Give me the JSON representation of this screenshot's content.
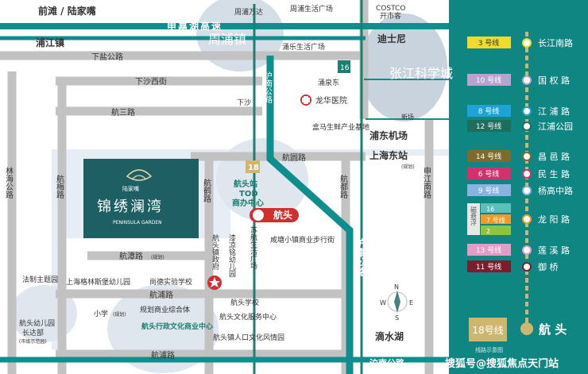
{
  "colors": {
    "road_gray": "#c2c2c2",
    "highway": "#0e8f8d",
    "teal_dark": "#1e5f63",
    "metro_green": "#1b7f72",
    "line18": "#cfb66f",
    "panel": "#0f8682",
    "hangtou_red": "#d22e2e",
    "water": "#e8eef6"
  },
  "directions": {
    "qiantan": "前滩 / 陆家嘴",
    "pujiang": "浦江镇"
  },
  "roads": {
    "shenjia": "申嘉湖高速",
    "xiayan": "下盐公路",
    "xiasha_west": "下沙西街",
    "hangsan": "航三路",
    "hangyuan": "航圆路",
    "hangtan": "航潭路",
    "hangtan_note": "(规划)",
    "hangpu_road": "航浦路",
    "hangpu_road2": "航浦路",
    "linhai": "林海公路",
    "hangmei": "航梅路",
    "hanghe": "航鹤路",
    "hangdu": "航都路",
    "hunan": "沪南公路",
    "hunan_bottom": "沪南公路",
    "hufeng": "沪奉公路",
    "shenjiang": "申江南路",
    "disney": "迪士尼",
    "zhangjiang": "张江科学城"
  },
  "places": {
    "zhoupu_town": "周浦镇",
    "zhoupu_wanda": "周浦万达",
    "zhoupu_life": "周浦生活广场",
    "yongle": "涌乐生活广场",
    "costco_1": "COSTCO",
    "costco_2": "开市客",
    "xiasha_station": "下沙",
    "yongquan": "涌泉东",
    "longhua_hospital": "龙华医院",
    "hema": "盒马生鲜产业基地",
    "pudong_airport": "浦东机场",
    "shanghai_east": "上海东站",
    "planned": "(规划)",
    "xintuo": "新场",
    "tod_1": "航头站",
    "tod_2": "TOD",
    "tod_3": "商办中心",
    "hangtou_metro": "航头",
    "xiantang": "咸塘小镇商业步行街",
    "suhang": "苏航生活广场",
    "gov": "航头镇政府",
    "kindergarten": "漆凉铭幼儿园",
    "shangde": "尚德实验学校",
    "greenland": "上海格林斯堡幼儿园",
    "law_park": "法制主题园",
    "hangtou_school": "航头学校",
    "culture_center": "航头文化服务中心",
    "entrance": "航头镇人口文化风情园",
    "commercial_plan": "规划商业综合体",
    "admin_culture": "航头行政文化商业中心",
    "primary": "小学",
    "primary_note": "(规划)",
    "hangyuan_kg_1": "航头幼儿园",
    "hangyuan_kg_2": "长达部",
    "hangyuan_kg_3": "(市级示范园)",
    "dishui": "滴水湖",
    "compass_n": "N",
    "compass_s": "S",
    "compass_w": "W",
    "compass_e": "E",
    "line16": "16",
    "line18_marker": "18"
  },
  "project": {
    "brand": "陆家嘴",
    "name": "锦绣澜湾",
    "name_en": "PENINSULA GARDEN"
  },
  "panel": {
    "stations": [
      {
        "line": "3 号线",
        "name": "长江南路",
        "color": "#f2da2a",
        "text": "#333333"
      },
      {
        "line": "10 号线",
        "name": "国 权 路",
        "color": "#b8a3cf",
        "text": "#ffffff"
      },
      {
        "line": "8 号线",
        "name": "江 浦 路",
        "color": "#1ea3d6",
        "text": "#ffffff"
      },
      {
        "line": "12 号线",
        "name": "江浦公园",
        "color": "#1d6e5c",
        "text": "#ffffff"
      },
      {
        "line": "14 号线",
        "name": "昌 邑 路",
        "color": "#7f6a2d",
        "text": "#ffffff"
      },
      {
        "line": "6 号线",
        "name": "民 生 路",
        "color": "#d4306b",
        "text": "#ffffff"
      },
      {
        "line": "9 号线",
        "name": "杨高中路",
        "color": "#8ab3e0",
        "text": "#ffffff"
      },
      {
        "line": "13 号线",
        "name": "莲 溪 路",
        "color": "#e49cc7",
        "text": "#ffffff"
      },
      {
        "line": "11 号线",
        "name": "御 桥",
        "color": "#7d1c2a",
        "text": "#ffffff"
      }
    ],
    "longyang": {
      "label": "磁悬浮",
      "lines": [
        {
          "line": "16",
          "color": "#5bc0b8"
        },
        {
          "line": "7 号线",
          "color": "#f39a25"
        },
        {
          "line": "2",
          "color": "#8cc63f"
        }
      ],
      "name": "龙 阳 路"
    },
    "bottom": {
      "line": "18号线",
      "caption": "线路示意图",
      "name": "航 头"
    }
  },
  "watermark": "搜狐号@搜狐焦点天门站"
}
